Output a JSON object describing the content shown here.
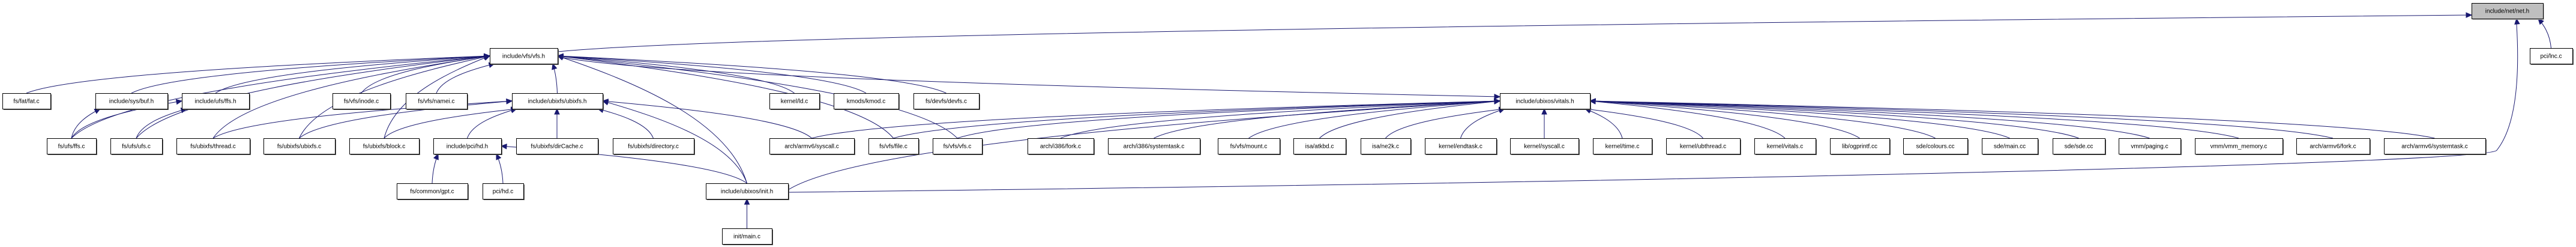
{
  "diagram": {
    "type": "include-dependency-graph",
    "focus_node": "net_h",
    "colors": {
      "edge": "#191970",
      "focus_fill": "#bfbfbf",
      "node_fill": "#ffffff"
    },
    "nodes": [
      {
        "id": "net_h",
        "label": "include/net/net.h"
      },
      {
        "id": "vfs_h",
        "label": "include/vfs/vfs.h"
      },
      {
        "id": "lnc_c",
        "label": "pci/lnc.c"
      },
      {
        "id": "fat_c",
        "label": "fs/fat/fat.c"
      },
      {
        "id": "buf_h",
        "label": "include/sys/buf.h"
      },
      {
        "id": "ffs_h",
        "label": "include/ufs/ffs.h"
      },
      {
        "id": "inode_c",
        "label": "fs/vfs/inode.c"
      },
      {
        "id": "namei_c",
        "label": "fs/vfs/namei.c"
      },
      {
        "id": "ubixfs_h",
        "label": "include/ubixfs/ubixfs.h"
      },
      {
        "id": "ld_c",
        "label": "kernel/ld.c"
      },
      {
        "id": "kmod_c",
        "label": "kmods/kmod.c"
      },
      {
        "id": "devfs_c",
        "label": "fs/devfs/devfs.c"
      },
      {
        "id": "vitals_h",
        "label": "include/ubixos/vitals.h"
      },
      {
        "id": "ffs_c",
        "label": "fs/ufs/ffs.c"
      },
      {
        "id": "ufs_c",
        "label": "fs/ufs/ufs.c"
      },
      {
        "id": "thread_c",
        "label": "fs/ubixfs/thread.c"
      },
      {
        "id": "ubixfs_c",
        "label": "fs/ubixfs/ubixfs.c"
      },
      {
        "id": "block_c",
        "label": "fs/ubixfs/block.c"
      },
      {
        "id": "pci_hd_h",
        "label": "include/pci/hd.h"
      },
      {
        "id": "dircache_c",
        "label": "fs/ubixfs/dirCache.c"
      },
      {
        "id": "directory_c",
        "label": "fs/ubixfs/directory.c"
      },
      {
        "id": "armv6_syscall_c",
        "label": "arch/armv6/syscall.c"
      },
      {
        "id": "file_c",
        "label": "fs/vfs/file.c"
      },
      {
        "id": "vfs_c",
        "label": "fs/vfs/vfs.c"
      },
      {
        "id": "i386_fork_c",
        "label": "arch/i386/fork.c"
      },
      {
        "id": "i386_systemtask_c",
        "label": "arch/i386/systemtask.c"
      },
      {
        "id": "mount_c",
        "label": "fs/vfs/mount.c"
      },
      {
        "id": "atkbd_c",
        "label": "isa/atkbd.c"
      },
      {
        "id": "ne2k_c",
        "label": "isa/ne2k.c"
      },
      {
        "id": "endtask_c",
        "label": "kernel/endtask.c"
      },
      {
        "id": "kernel_syscall_c",
        "label": "kernel/syscall.c"
      },
      {
        "id": "time_c",
        "label": "kernel/time.c"
      },
      {
        "id": "ubthread_c",
        "label": "kernel/ubthread.c"
      },
      {
        "id": "kernel_vitals_c",
        "label": "kernel/vitals.c"
      },
      {
        "id": "ogprintf_cc",
        "label": "lib/ogprintf.cc"
      },
      {
        "id": "colours_cc",
        "label": "sde/colours.cc"
      },
      {
        "id": "sde_main_cc",
        "label": "sde/main.cc"
      },
      {
        "id": "sde_cc",
        "label": "sde/sde.cc"
      },
      {
        "id": "paging_c",
        "label": "vmm/paging.c"
      },
      {
        "id": "vmm_memory_c",
        "label": "vmm/vmm_memory.c"
      },
      {
        "id": "armv6_fork_c",
        "label": "arch/armv6/fork.c"
      },
      {
        "id": "armv6_systemtask_c",
        "label": "arch/armv6/systemtask.c"
      },
      {
        "id": "gpt_c",
        "label": "fs/common/gpt.c"
      },
      {
        "id": "pci_hd_c",
        "label": "pci/hd.c"
      },
      {
        "id": "init_h",
        "label": "include/ubixos/init.h"
      },
      {
        "id": "main_c",
        "label": "init/main.c"
      }
    ],
    "edges": [
      {
        "from": "vfs_h",
        "to": "net_h"
      },
      {
        "from": "lnc_c",
        "to": "net_h"
      },
      {
        "from": "init_h",
        "to": "net_h"
      },
      {
        "from": "fat_c",
        "to": "vfs_h"
      },
      {
        "from": "buf_h",
        "to": "vfs_h"
      },
      {
        "from": "ffs_h",
        "to": "vfs_h"
      },
      {
        "from": "inode_c",
        "to": "vfs_h"
      },
      {
        "from": "namei_c",
        "to": "vfs_h"
      },
      {
        "from": "ubixfs_h",
        "to": "vfs_h"
      },
      {
        "from": "ld_c",
        "to": "vfs_h"
      },
      {
        "from": "kmod_c",
        "to": "vfs_h"
      },
      {
        "from": "devfs_c",
        "to": "vfs_h"
      },
      {
        "from": "ffs_c",
        "to": "vfs_h"
      },
      {
        "from": "ufs_c",
        "to": "vfs_h"
      },
      {
        "from": "thread_c",
        "to": "vfs_h"
      },
      {
        "from": "ubixfs_c",
        "to": "vfs_h"
      },
      {
        "from": "block_c",
        "to": "vfs_h"
      },
      {
        "from": "file_c",
        "to": "vfs_h"
      },
      {
        "from": "vfs_c",
        "to": "vfs_h"
      },
      {
        "from": "init_h",
        "to": "vfs_h"
      },
      {
        "from": "ffs_c",
        "to": "buf_h"
      },
      {
        "from": "ffs_c",
        "to": "ffs_h"
      },
      {
        "from": "ufs_c",
        "to": "ffs_h"
      },
      {
        "from": "thread_c",
        "to": "ubixfs_h"
      },
      {
        "from": "ubixfs_c",
        "to": "ubixfs_h"
      },
      {
        "from": "block_c",
        "to": "ubixfs_h"
      },
      {
        "from": "pci_hd_h",
        "to": "ubixfs_h"
      },
      {
        "from": "dircache_c",
        "to": "ubixfs_h"
      },
      {
        "from": "directory_c",
        "to": "ubixfs_h"
      },
      {
        "from": "armv6_syscall_c",
        "to": "ubixfs_h"
      },
      {
        "from": "init_h",
        "to": "ubixfs_h"
      },
      {
        "from": "gpt_c",
        "to": "pci_hd_h"
      },
      {
        "from": "pci_hd_c",
        "to": "pci_hd_h"
      },
      {
        "from": "init_h",
        "to": "pci_hd_h"
      },
      {
        "from": "main_c",
        "to": "init_h"
      },
      {
        "from": "vfs_h",
        "to": "vitals_h"
      },
      {
        "from": "armv6_syscall_c",
        "to": "vitals_h"
      },
      {
        "from": "file_c",
        "to": "vitals_h"
      },
      {
        "from": "vfs_c",
        "to": "vitals_h"
      },
      {
        "from": "init_h",
        "to": "vitals_h"
      },
      {
        "from": "i386_fork_c",
        "to": "vitals_h"
      },
      {
        "from": "i386_systemtask_c",
        "to": "vitals_h"
      },
      {
        "from": "mount_c",
        "to": "vitals_h"
      },
      {
        "from": "atkbd_c",
        "to": "vitals_h"
      },
      {
        "from": "ne2k_c",
        "to": "vitals_h"
      },
      {
        "from": "endtask_c",
        "to": "vitals_h"
      },
      {
        "from": "kernel_syscall_c",
        "to": "vitals_h"
      },
      {
        "from": "time_c",
        "to": "vitals_h"
      },
      {
        "from": "ubthread_c",
        "to": "vitals_h"
      },
      {
        "from": "kernel_vitals_c",
        "to": "vitals_h"
      },
      {
        "from": "ogprintf_cc",
        "to": "vitals_h"
      },
      {
        "from": "colours_cc",
        "to": "vitals_h"
      },
      {
        "from": "sde_main_cc",
        "to": "vitals_h"
      },
      {
        "from": "sde_cc",
        "to": "vitals_h"
      },
      {
        "from": "paging_c",
        "to": "vitals_h"
      },
      {
        "from": "vmm_memory_c",
        "to": "vitals_h"
      },
      {
        "from": "armv6_fork_c",
        "to": "vitals_h"
      },
      {
        "from": "armv6_systemtask_c",
        "to": "vitals_h"
      }
    ]
  }
}
